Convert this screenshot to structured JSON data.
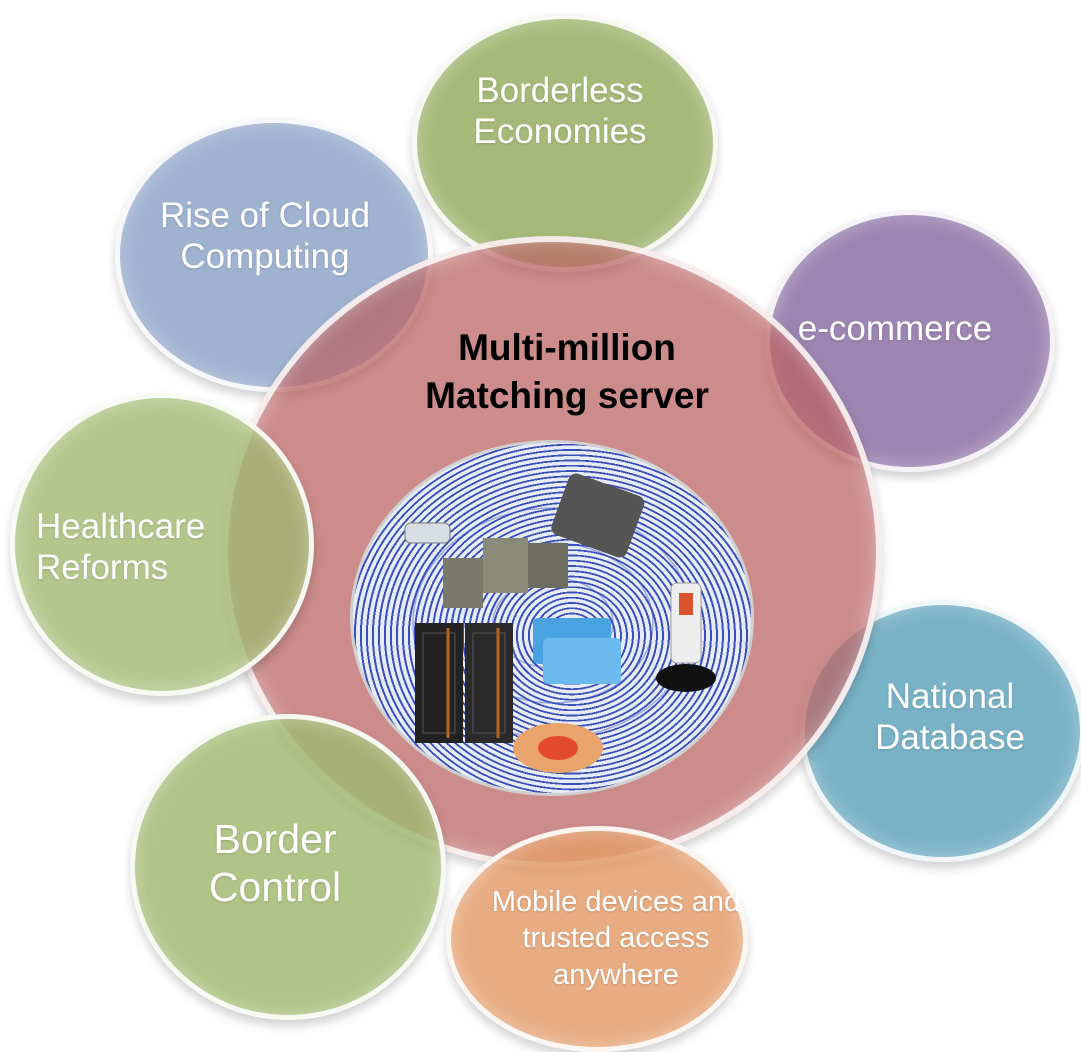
{
  "center": {
    "title": "Multi-million\nMatching server"
  },
  "satellites": [
    {
      "id": "cloud",
      "label": "Rise of Cloud\nComputing",
      "color": "#8ea5c8"
    },
    {
      "id": "borderless",
      "label": "Borderless\nEconomies",
      "color": "#9bb36a"
    },
    {
      "id": "ecommerce",
      "label": "e-commerce",
      "color": "#9278a8"
    },
    {
      "id": "healthcare",
      "label": "Healthcare\nReforms",
      "color": "#9db76d"
    },
    {
      "id": "national",
      "label": "National\nDatabase",
      "color": "#6aaac0"
    },
    {
      "id": "border",
      "label": "Border\nControl",
      "color": "#9db76d"
    },
    {
      "id": "mobile",
      "label": "Mobile devices and\ntrusted access\nanywhere",
      "color": "#e29a66"
    }
  ]
}
